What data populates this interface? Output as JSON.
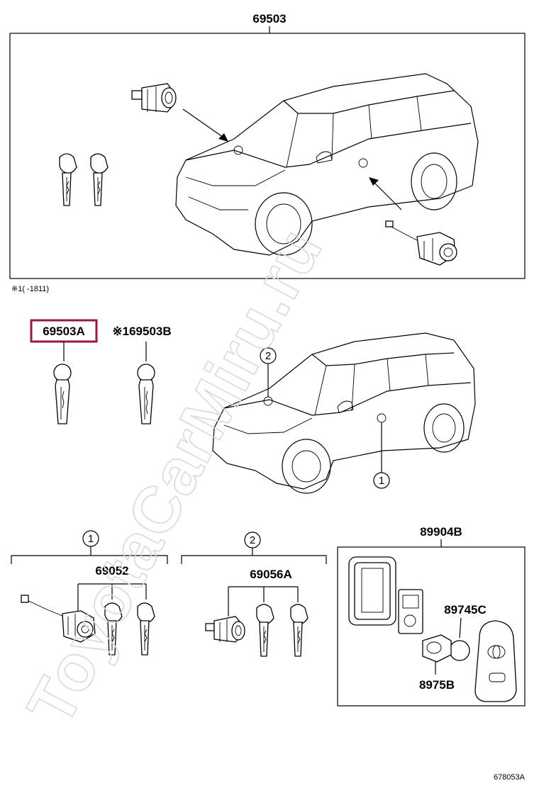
{
  "diagram": {
    "top_group_label": "69503",
    "note": "※1(      -1811)",
    "key_a_label": "69503A",
    "key_b_label": "※169503B",
    "highlight_color": "#9b1a37",
    "location_marker_1": "1",
    "location_marker_2": "2",
    "group_1_marker": "1",
    "group_1_label": "69052",
    "group_2_marker": "2",
    "group_2_label": "69056A",
    "remote_group_label": "89904B",
    "battery_label": "89745C",
    "battery_holder_label": "8975B",
    "figure_code": "678053A",
    "watermark": "ToyotaCarMiru.ru"
  }
}
